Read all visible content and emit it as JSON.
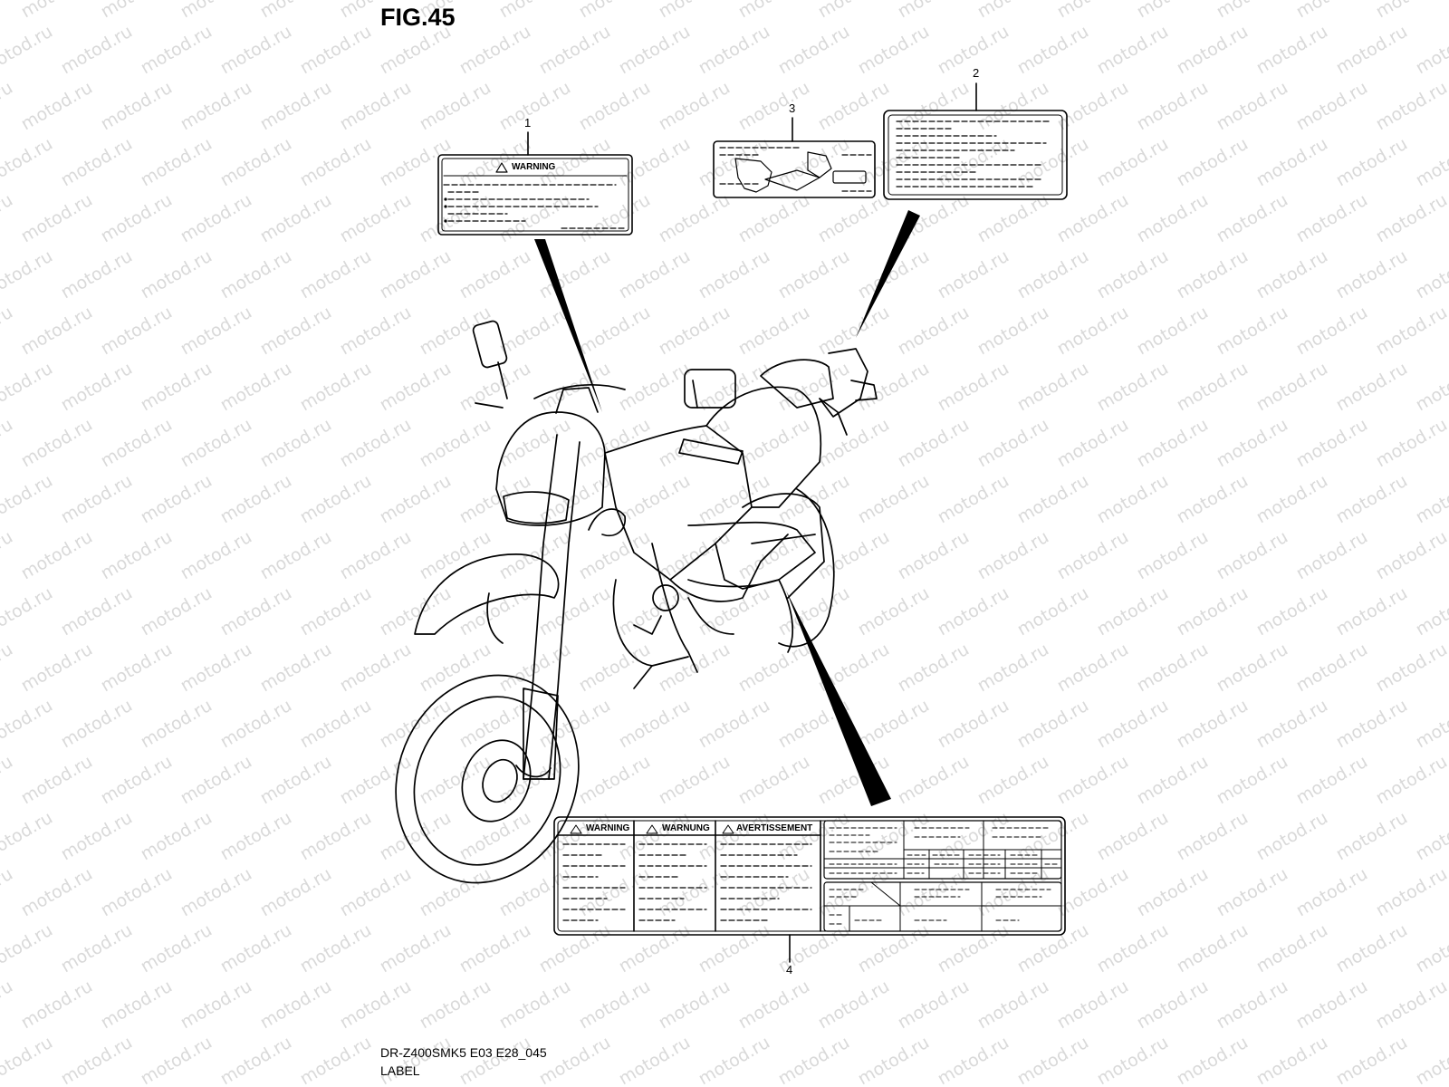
{
  "figure": {
    "title": "FIG.45",
    "code": "DR-Z400SMK5 E03 E28_045",
    "name": "LABEL"
  },
  "watermark": "motod.ru",
  "callouts": [
    {
      "number": "1",
      "part": "warning-label"
    },
    {
      "number": "2",
      "part": "info-label"
    },
    {
      "number": "3",
      "part": "pictogram-label"
    },
    {
      "number": "4",
      "part": "multi-language-warning-label"
    }
  ],
  "labels": {
    "label1_heading": "WARNING",
    "label4_headings": [
      "WARNING",
      "WARNUNG",
      "AVERTISSEMENT"
    ]
  },
  "colors": {
    "ink": "#000000",
    "watermark": "#d9d9d9",
    "background": "#ffffff"
  }
}
